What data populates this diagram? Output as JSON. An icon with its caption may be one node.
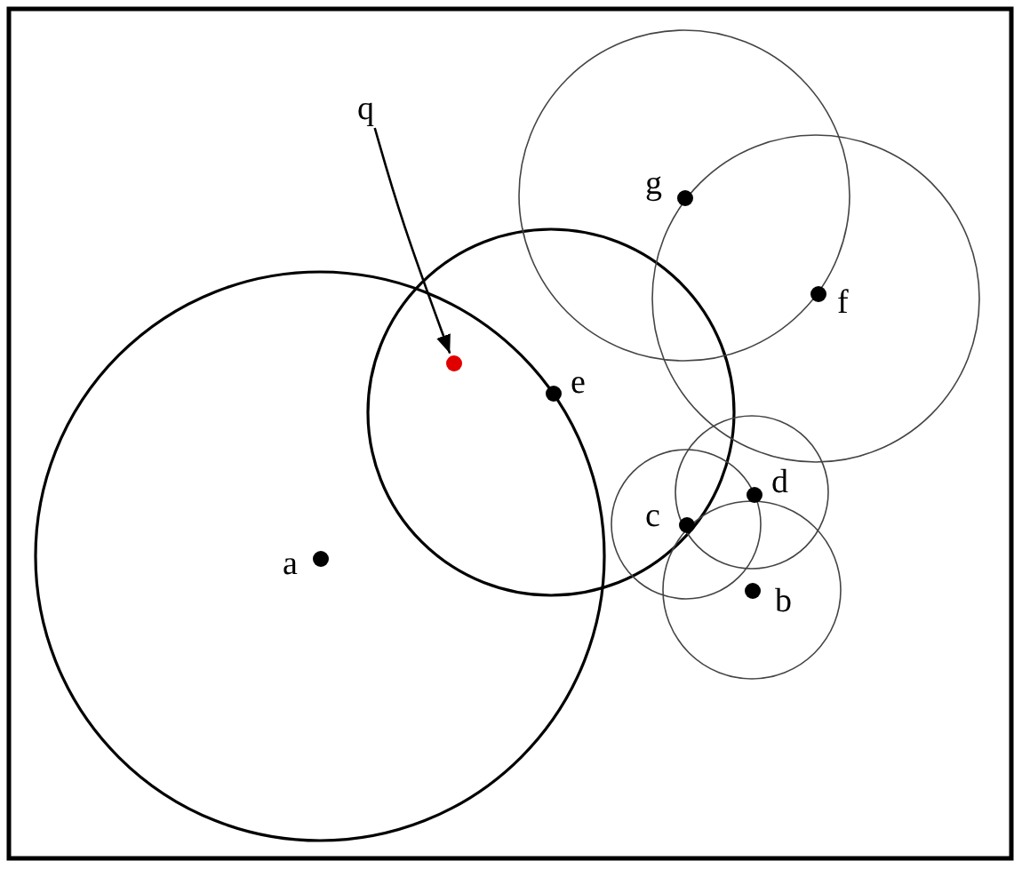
{
  "diagram": {
    "nodes": [
      {
        "text": [
          "q"
        ]
      },
      {
        "text": [],
        "shape": "dot"
      },
      {
        "text": [],
        "shape": "dot",
        "beside": [
          "a"
        ]
      },
      {
        "text": [],
        "shape": "dot",
        "beside": [
          "b"
        ]
      },
      {
        "text": [],
        "shape": "dot",
        "beside": [
          "c"
        ]
      },
      {
        "text": [],
        "shape": "dot",
        "beside": [
          "d"
        ]
      },
      {
        "text": [],
        "shape": "dot",
        "beside": [
          "e"
        ]
      },
      {
        "text": [],
        "shape": "dot",
        "beside": [
          "f"
        ]
      },
      {
        "text": [],
        "shape": "dot",
        "beside": [
          "g"
        ]
      }
    ],
    "edges": [
      {
        "from": 0,
        "to": 1,
        "arrow": "to"
      }
    ]
  }
}
